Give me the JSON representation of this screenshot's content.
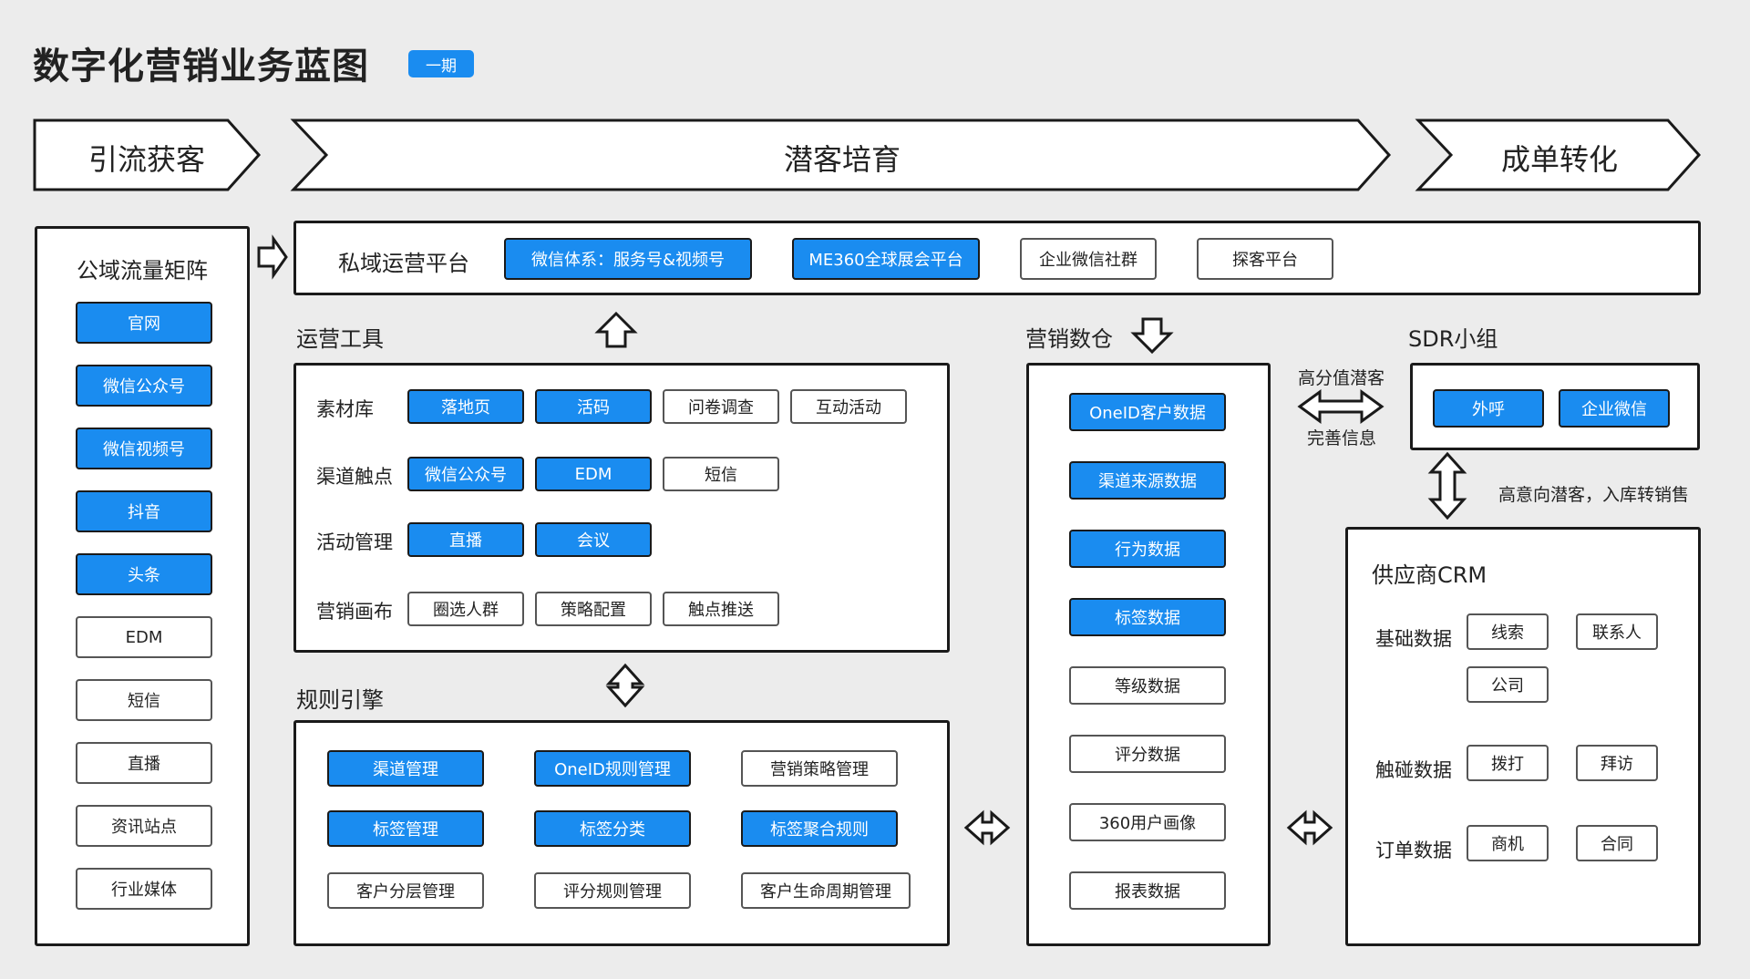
{
  "title": "数字化营销业务蓝图",
  "phase_badge": "一期",
  "stages": [
    "引流获客",
    "潜客培育",
    "成单转化"
  ],
  "public_matrix": {
    "title": "公域流量矩阵",
    "items": [
      {
        "label": "官网",
        "style": "blue"
      },
      {
        "label": "微信公众号",
        "style": "blue"
      },
      {
        "label": "微信视频号",
        "style": "blue"
      },
      {
        "label": "抖音",
        "style": "blue"
      },
      {
        "label": "头条",
        "style": "blue"
      },
      {
        "label": "EDM",
        "style": "white"
      },
      {
        "label": "短信",
        "style": "white"
      },
      {
        "label": "直播",
        "style": "white"
      },
      {
        "label": "资讯站点",
        "style": "white"
      },
      {
        "label": "行业媒体",
        "style": "white"
      }
    ]
  },
  "private_platform": {
    "title": "私域运营平台",
    "items": [
      {
        "label": "微信体系：服务号&视频号",
        "style": "blue"
      },
      {
        "label": "ME360全球展会平台",
        "style": "blue"
      },
      {
        "label": "企业微信社群",
        "style": "white"
      },
      {
        "label": "探客平台",
        "style": "white"
      }
    ]
  },
  "ops_tools": {
    "title": "运营工具",
    "rows": [
      {
        "label": "素材库",
        "items": [
          {
            "label": "落地页",
            "style": "blue"
          },
          {
            "label": "活码",
            "style": "blue"
          },
          {
            "label": "问卷调查",
            "style": "white"
          },
          {
            "label": "互动活动",
            "style": "white"
          }
        ]
      },
      {
        "label": "渠道触点",
        "items": [
          {
            "label": "微信公众号",
            "style": "blue"
          },
          {
            "label": "EDM",
            "style": "blue"
          },
          {
            "label": "短信",
            "style": "white"
          }
        ]
      },
      {
        "label": "活动管理",
        "items": [
          {
            "label": "直播",
            "style": "blue"
          },
          {
            "label": "会议",
            "style": "blue"
          }
        ]
      },
      {
        "label": "营销画布",
        "items": [
          {
            "label": "圈选人群",
            "style": "white"
          },
          {
            "label": "策略配置",
            "style": "white"
          },
          {
            "label": "触点推送",
            "style": "white"
          }
        ]
      }
    ]
  },
  "rules_engine": {
    "title": "规则引擎",
    "items": [
      {
        "label": "渠道管理",
        "style": "blue"
      },
      {
        "label": "OneID规则管理",
        "style": "blue"
      },
      {
        "label": "营销策略管理",
        "style": "white"
      },
      {
        "label": "标签管理",
        "style": "blue"
      },
      {
        "label": "标签分类",
        "style": "blue"
      },
      {
        "label": "标签聚合规则",
        "style": "blue"
      },
      {
        "label": "客户分层管理",
        "style": "white"
      },
      {
        "label": "评分规则管理",
        "style": "white"
      },
      {
        "label": "客户生命周期管理",
        "style": "white"
      }
    ]
  },
  "data_warehouse": {
    "title": "营销数仓",
    "items": [
      {
        "label": "OneID客户数据",
        "style": "blue"
      },
      {
        "label": "渠道来源数据",
        "style": "blue"
      },
      {
        "label": "行为数据",
        "style": "blue"
      },
      {
        "label": "标签数据",
        "style": "blue"
      },
      {
        "label": "等级数据",
        "style": "white"
      },
      {
        "label": "评分数据",
        "style": "white"
      },
      {
        "label": "360用户画像",
        "style": "white"
      },
      {
        "label": "报表数据",
        "style": "white"
      }
    ]
  },
  "sdr_group": {
    "title": "SDR小组",
    "items": [
      {
        "label": "外呼",
        "style": "blue"
      },
      {
        "label": "企业微信",
        "style": "blue"
      }
    ]
  },
  "exchange_notes": {
    "top": "高分值潜客",
    "bottom": "完善信息",
    "sdr_to_crm": "高意向潜客，入库转销售"
  },
  "crm": {
    "title": "供应商CRM",
    "rows": [
      {
        "label": "基础数据",
        "items": [
          "线索",
          "联系人",
          "公司"
        ]
      },
      {
        "label": "触碰数据",
        "items": [
          "拨打",
          "拜访"
        ]
      },
      {
        "label": "订单数据",
        "items": [
          "商机",
          "合同"
        ]
      }
    ]
  },
  "colors": {
    "accent": "#1a8cf0",
    "border": "#1a1a1a",
    "background": "#ececec"
  }
}
